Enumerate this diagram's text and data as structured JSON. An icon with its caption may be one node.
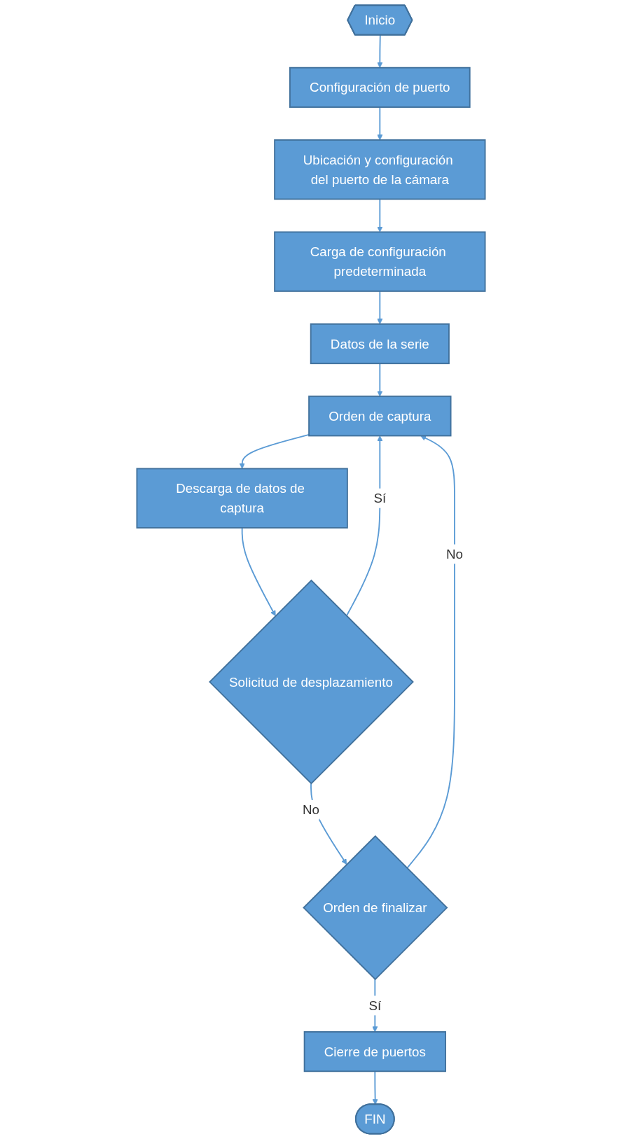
{
  "diagram": {
    "nodes": [
      {
        "text": [
          "Inicio"
        ]
      },
      {
        "text": [
          "Configuración de puerto"
        ]
      },
      {
        "text": [
          "Ubicación y configuración del puerto de la cámara"
        ]
      },
      {
        "text": [
          "Carga de configuración predeterminada"
        ]
      },
      {
        "text": [
          "Datos de la serie"
        ]
      },
      {
        "text": [
          "Orden de captura"
        ]
      },
      {
        "text": [
          "Descarga de datos de captura"
        ]
      },
      {
        "text": [
          "Solicitud de desplazamiento"
        ]
      },
      {
        "text": [
          "Orden de finalizar"
        ]
      },
      {
        "text": [
          "Cierre de puertos"
        ]
      },
      {
        "text": [
          "FIN"
        ]
      }
    ],
    "edges": [
      {
        "from": 0,
        "to": 1,
        "arrow": "to"
      },
      {
        "from": 1,
        "to": 2,
        "arrow": "to"
      },
      {
        "from": 2,
        "to": 3,
        "arrow": "to"
      },
      {
        "from": 3,
        "to": 4,
        "arrow": "to"
      },
      {
        "from": 4,
        "to": 5,
        "arrow": "to"
      },
      {
        "from": 5,
        "to": 6,
        "arrow": "to"
      },
      {
        "from": 6,
        "to": 7,
        "arrow": "to"
      },
      {
        "from": 7,
        "to": 8,
        "arrow": "to",
        "label": "No"
      },
      {
        "from": 7,
        "to": 5,
        "arrow": "to",
        "label": "Sí"
      },
      {
        "from": 8,
        "to": 5,
        "arrow": "to",
        "label": "No"
      },
      {
        "from": 8,
        "to": 9,
        "arrow": "to",
        "label": "Sí"
      },
      {
        "from": 9,
        "to": 10,
        "arrow": "to"
      }
    ]
  }
}
